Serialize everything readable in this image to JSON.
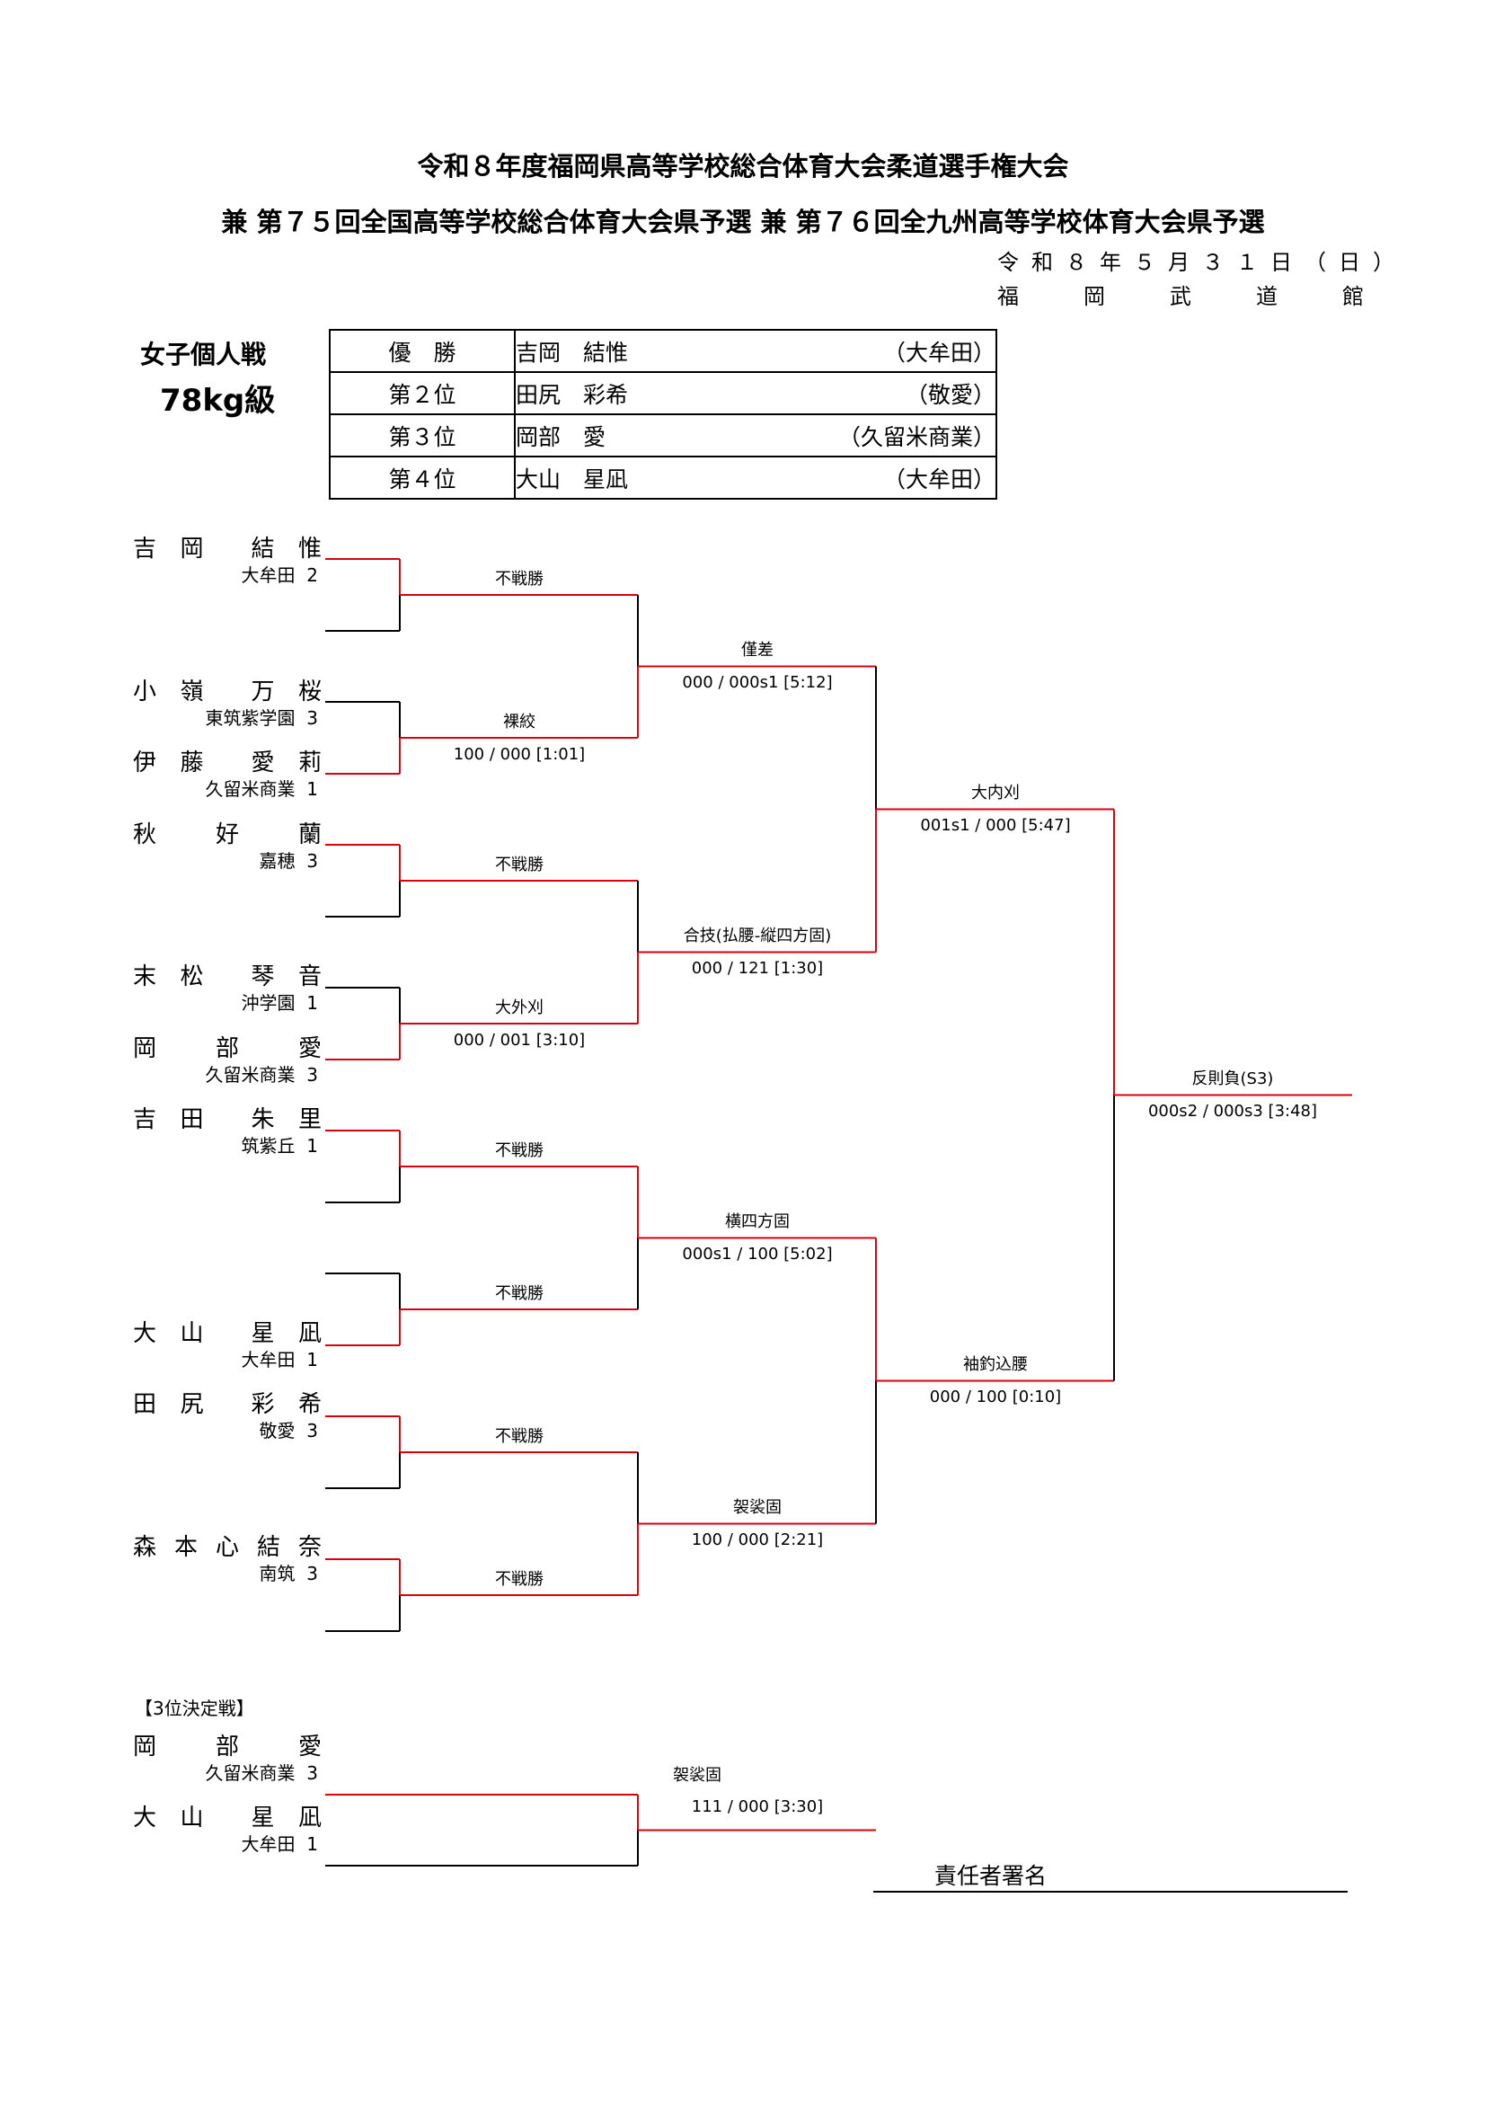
{
  "header": {
    "title1": "令和８年度福岡県高等学校総合体育大会柔道選手権大会",
    "title2": "兼 第７５回全国高等学校総合体育大会県予選 兼 第７６回全九州高等学校体育大会県予選",
    "date": "令和８年５月３１日（日）",
    "venue": "福岡武道館"
  },
  "category": {
    "line1": "女子個人戦",
    "line2": "78kg級"
  },
  "results": [
    {
      "rank": "優　勝",
      "name": "吉岡　結惟",
      "team": "（大牟田）"
    },
    {
      "rank": "第２位",
      "name": "田尻　彩希",
      "team": "（敬愛）"
    },
    {
      "rank": "第３位",
      "name": "岡部　愛",
      "team": "（久留米商業）"
    },
    {
      "rank": "第４位",
      "name": "大山　星凪",
      "team": "（大牟田）"
    }
  ],
  "players": [
    {
      "chars": [
        "吉",
        "岡",
        "",
        "結",
        "惟"
      ],
      "team": "大牟田",
      "grade": "2"
    },
    {
      "chars": [
        "小",
        "嶺",
        "",
        "万",
        "桜"
      ],
      "team": "東筑紫学園",
      "grade": "3"
    },
    {
      "chars": [
        "伊",
        "藤",
        "",
        "愛",
        "莉"
      ],
      "team": "久留米商業",
      "grade": "1"
    },
    {
      "chars": [
        "秋",
        "",
        "好",
        "",
        "蘭"
      ],
      "team": "嘉穂",
      "grade": "3"
    },
    {
      "chars": [
        "末",
        "松",
        "",
        "琴",
        "音"
      ],
      "team": "沖学園",
      "grade": "1"
    },
    {
      "chars": [
        "岡",
        "",
        "部",
        "",
        "愛"
      ],
      "team": "久留米商業",
      "grade": "3"
    },
    {
      "chars": [
        "吉",
        "田",
        "",
        "朱",
        "里"
      ],
      "team": "筑紫丘",
      "grade": "1"
    },
    {
      "chars": [
        "大",
        "山",
        "",
        "星",
        "凪"
      ],
      "team": "大牟田",
      "grade": "1"
    },
    {
      "chars": [
        "田",
        "尻",
        "",
        "彩",
        "希"
      ],
      "team": "敬愛",
      "grade": "3"
    },
    {
      "chars": [
        "森",
        "本",
        "心",
        "結",
        "奈"
      ],
      "team": "南筑",
      "grade": "3"
    }
  ],
  "matches": [
    {
      "tech": "不戦勝",
      "score": ""
    },
    {
      "tech": "裸絞",
      "score": "100 / 000 [1:01]"
    },
    {
      "tech": "不戦勝",
      "score": ""
    },
    {
      "tech": "大外刈",
      "score": "000 / 001 [3:10]"
    },
    {
      "tech": "不戦勝",
      "score": ""
    },
    {
      "tech": "不戦勝",
      "score": ""
    },
    {
      "tech": "不戦勝",
      "score": ""
    },
    {
      "tech": "不戦勝",
      "score": ""
    },
    {
      "tech": "僅差",
      "score": "000 / 000s1 [5:12]"
    },
    {
      "tech": "合技(払腰-縦四方固)",
      "score": "000 / 121 [1:30]"
    },
    {
      "tech": "横四方固",
      "score": "000s1 / 100 [5:02]"
    },
    {
      "tech": "袈裟固",
      "score": "100 / 000 [2:21]"
    },
    {
      "tech": "大内刈",
      "score": "001s1 / 000 [5:47]"
    },
    {
      "tech": "袖釣込腰",
      "score": "000 / 100 [0:10]"
    },
    {
      "tech": "反則負(S3)",
      "score": "000s2 / 000s3 [3:48]"
    }
  ],
  "third_place": {
    "heading": "【3位決定戦】",
    "players": [
      {
        "chars": [
          "岡",
          "",
          "部",
          "",
          "愛"
        ],
        "team": "久留米商業",
        "grade": "3"
      },
      {
        "chars": [
          "大",
          "山",
          "",
          "星",
          "凪"
        ],
        "team": "大牟田",
        "grade": "1"
      }
    ],
    "match": {
      "tech": "袈裟固",
      "score": "111 / 000 [3:30]"
    }
  },
  "signature_label": "責任者署名",
  "colors": {
    "win_line": "#d9000d",
    "line": "#000000"
  }
}
